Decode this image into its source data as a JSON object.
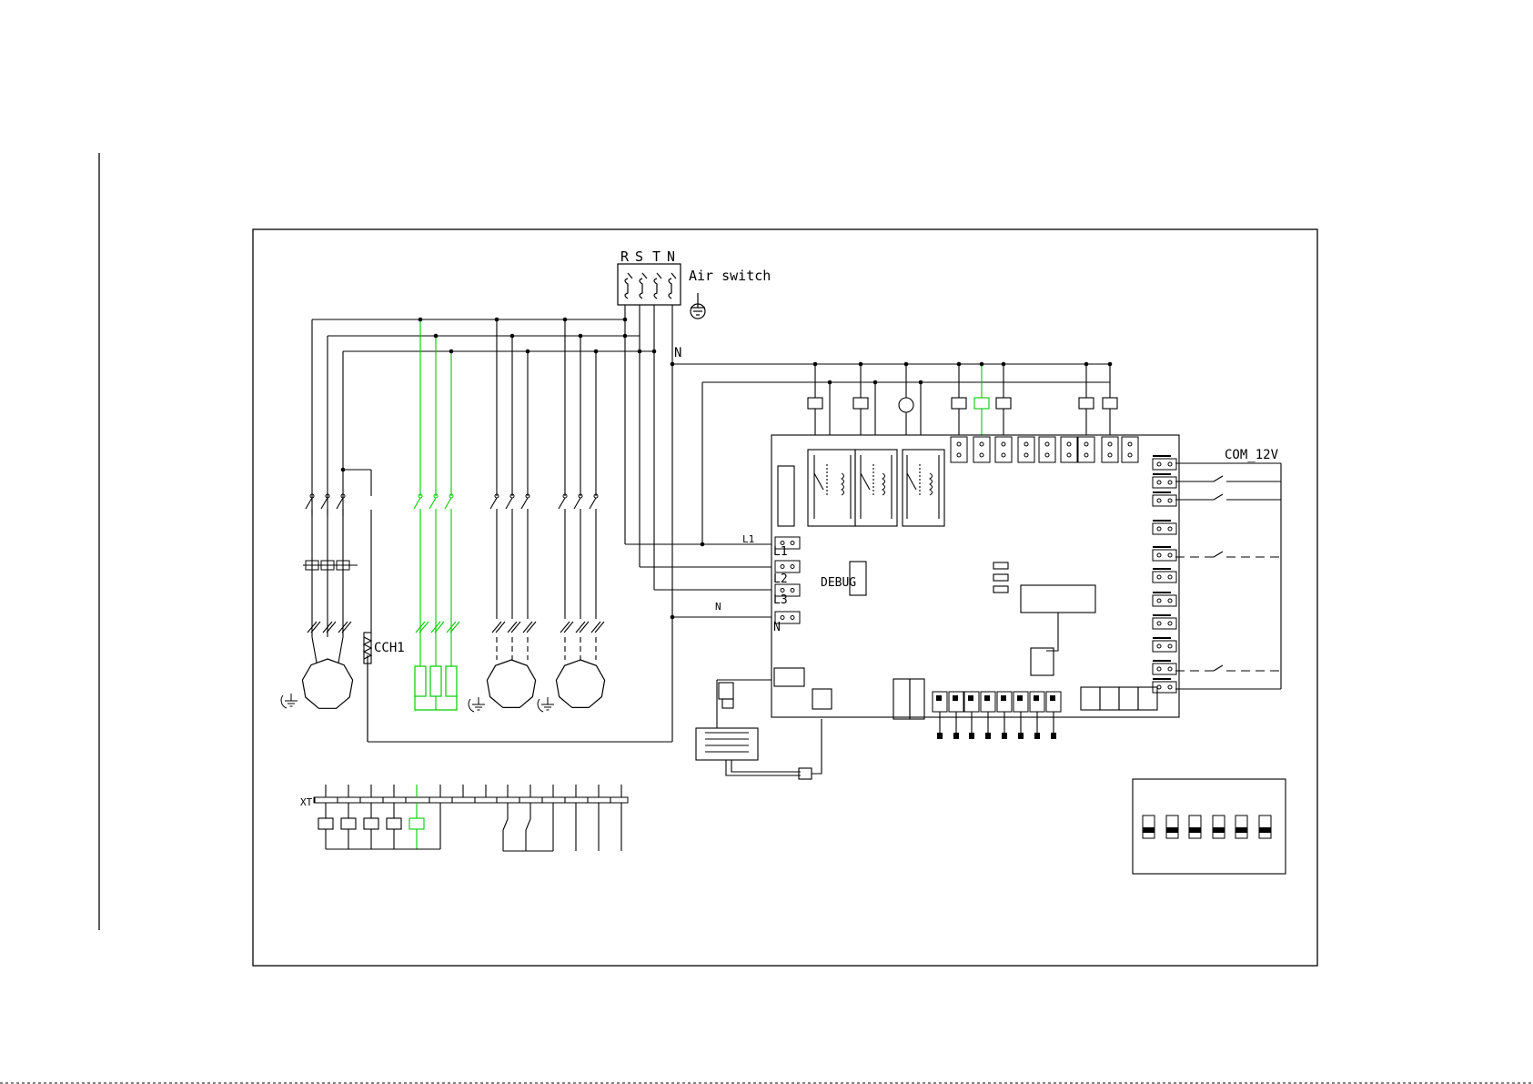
{
  "colors": {
    "ink": "#000000",
    "highlight": "#00cc00",
    "paper": "#ffffff"
  },
  "labels": {
    "phase_r": "R",
    "phase_s": "S",
    "phase_t": "T",
    "phase_n": "N",
    "air_switch": "Air switch",
    "neutral": "N",
    "heater": "CCH1",
    "terminal_block": "XT",
    "debug": "DEBUG",
    "com_12v": "COM_12V",
    "pcb_l1": "L1",
    "pcb_l2": "L2",
    "pcb_l3": "L3",
    "pcb_n": "N",
    "line_l1": "L1",
    "line_n": "N"
  },
  "icons": [
    "ground-icon",
    "motor-icon",
    "relay-coil-icon",
    "contactor-icon",
    "transformer-icon",
    "dip-switch-icon"
  ]
}
